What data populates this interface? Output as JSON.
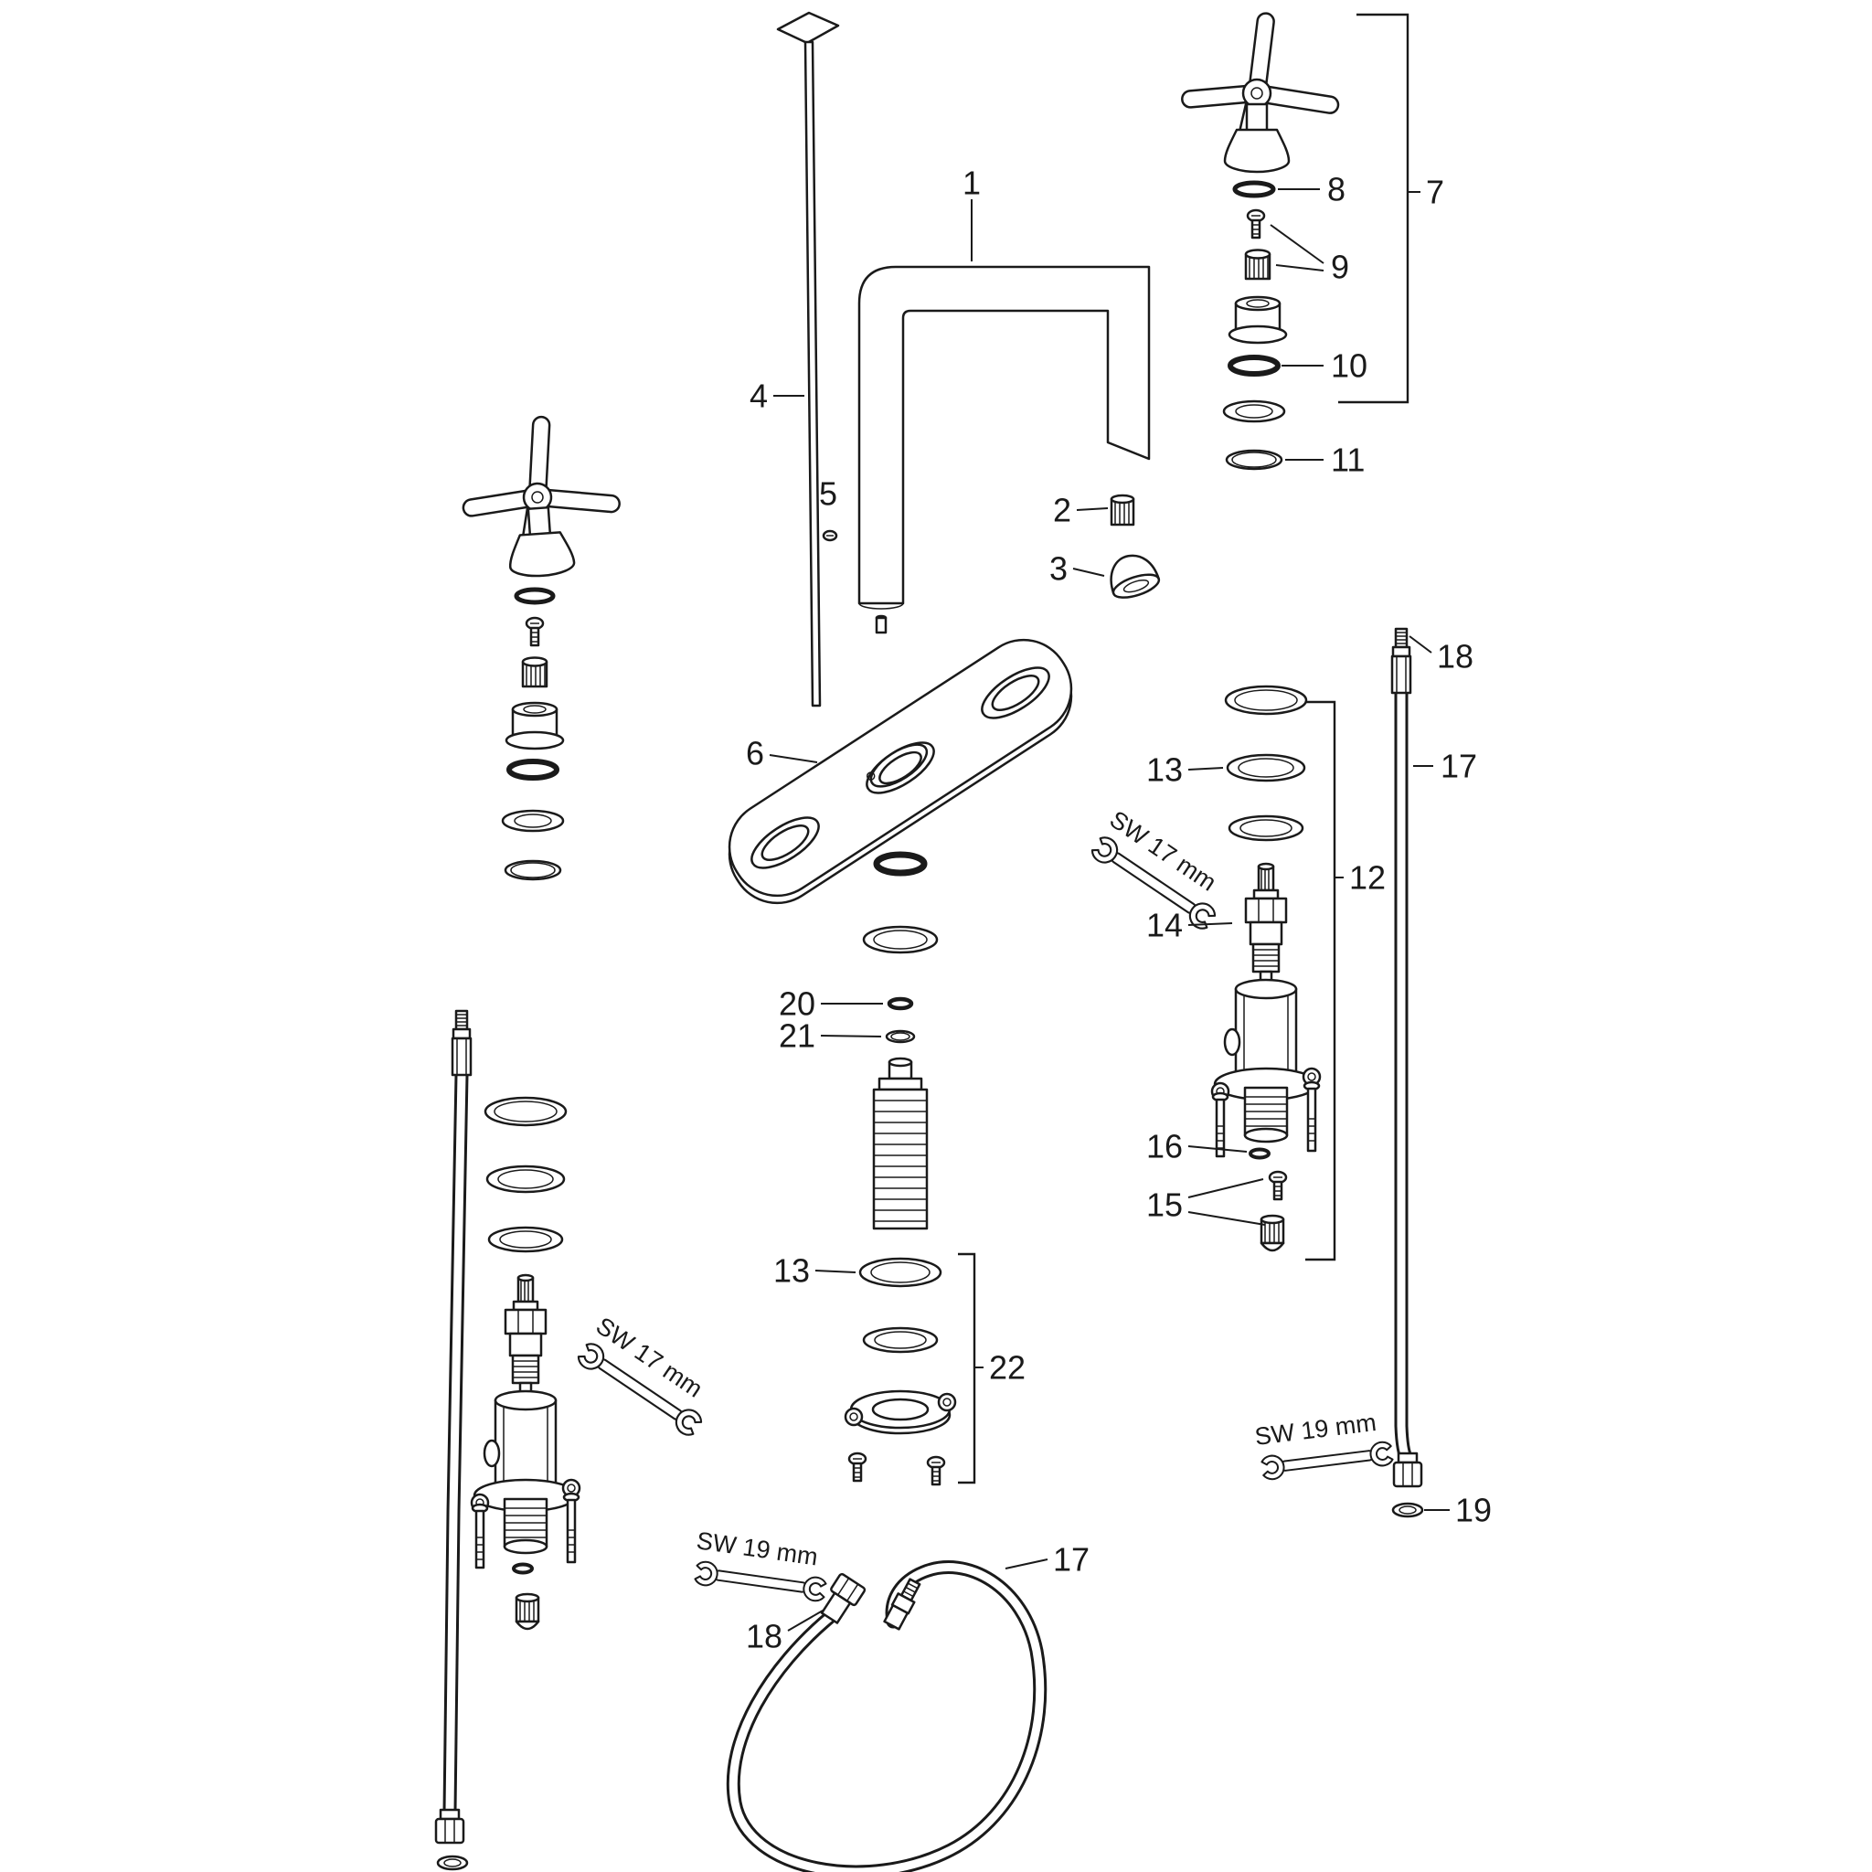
{
  "diagram": {
    "figure": "exploded-parts-diagram",
    "subject": "3-hole widespread basin faucet with cross handles",
    "background_color": "#ffffff",
    "line_color": "#1a1a1a",
    "callouts": {
      "1": "1",
      "2": "2",
      "3": "3",
      "4": "4",
      "5": "5",
      "6": "6",
      "7": "7",
      "8": "8",
      "9": "9",
      "10": "10",
      "11": "11",
      "12": "12",
      "13": "13",
      "14": "14",
      "15": "15",
      "16": "16",
      "17": "17",
      "18": "18",
      "19": "19",
      "20": "20",
      "21": "21",
      "22": "22"
    },
    "wrench_labels": {
      "sw17": "SW 17 mm",
      "sw19": "SW 19 mm"
    }
  }
}
